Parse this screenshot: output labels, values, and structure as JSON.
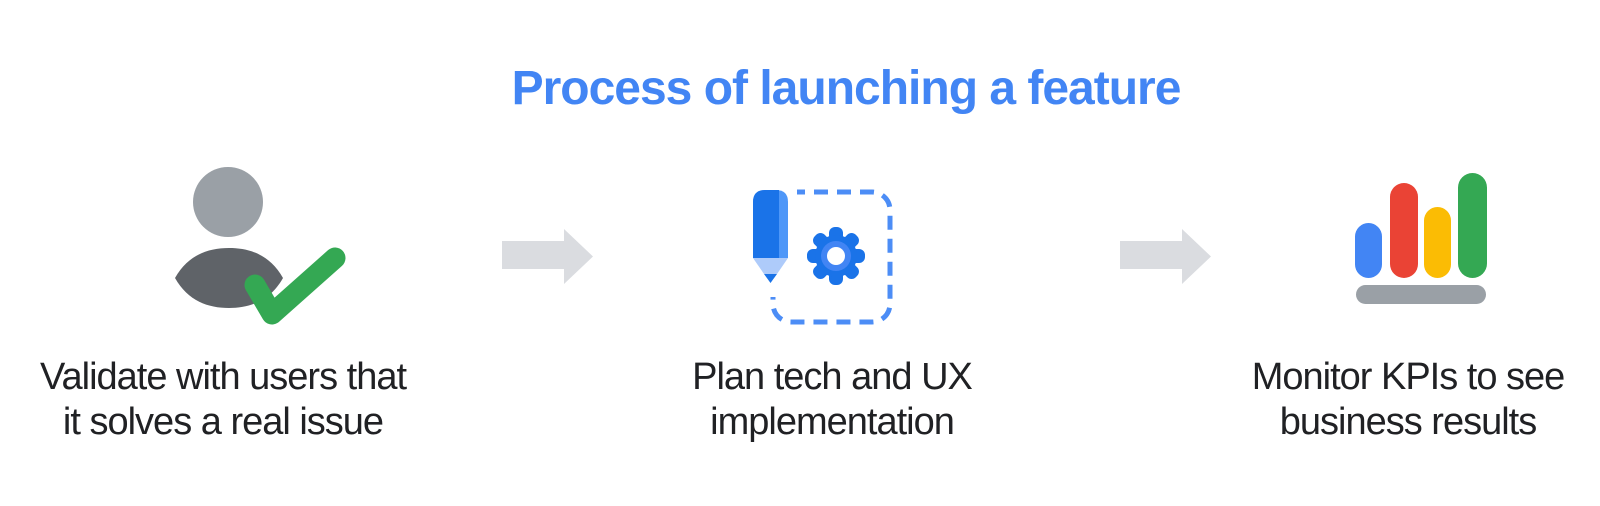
{
  "title": {
    "text": "Process of launching a feature"
  },
  "steps": [
    {
      "name": "validate",
      "icon": "person-check-icon",
      "lines": [
        "Validate with users that",
        "it solves a real issue"
      ]
    },
    {
      "name": "plan",
      "icon": "pencil-gear-icon",
      "lines": [
        "Plan tech and UX",
        "implementation"
      ]
    },
    {
      "name": "monitor",
      "icon": "bar-chart-icon",
      "lines": [
        "Monitor KPIs to see",
        "business results"
      ]
    }
  ],
  "colors": {
    "title_blue": "#4285f4",
    "text_dark": "#202124",
    "head_gray": "#9aa0a6",
    "body_gray": "#5f6368",
    "check_green": "#34a853",
    "arrow_gray": "#dadce0",
    "pencil_blue": "#1a73e8",
    "pencil_highlight": "#4e97f8",
    "pencil_wood": "#aecbfa",
    "gear_blue": "#1a73e8",
    "gear_ring": "#4285f4",
    "dash_blue": "#4c8df6",
    "bar_blue": "#4285f4",
    "bar_red": "#ea4335",
    "bar_yellow": "#fbbc04",
    "bar_green": "#34a853",
    "base_gray": "#9aa0a6"
  }
}
